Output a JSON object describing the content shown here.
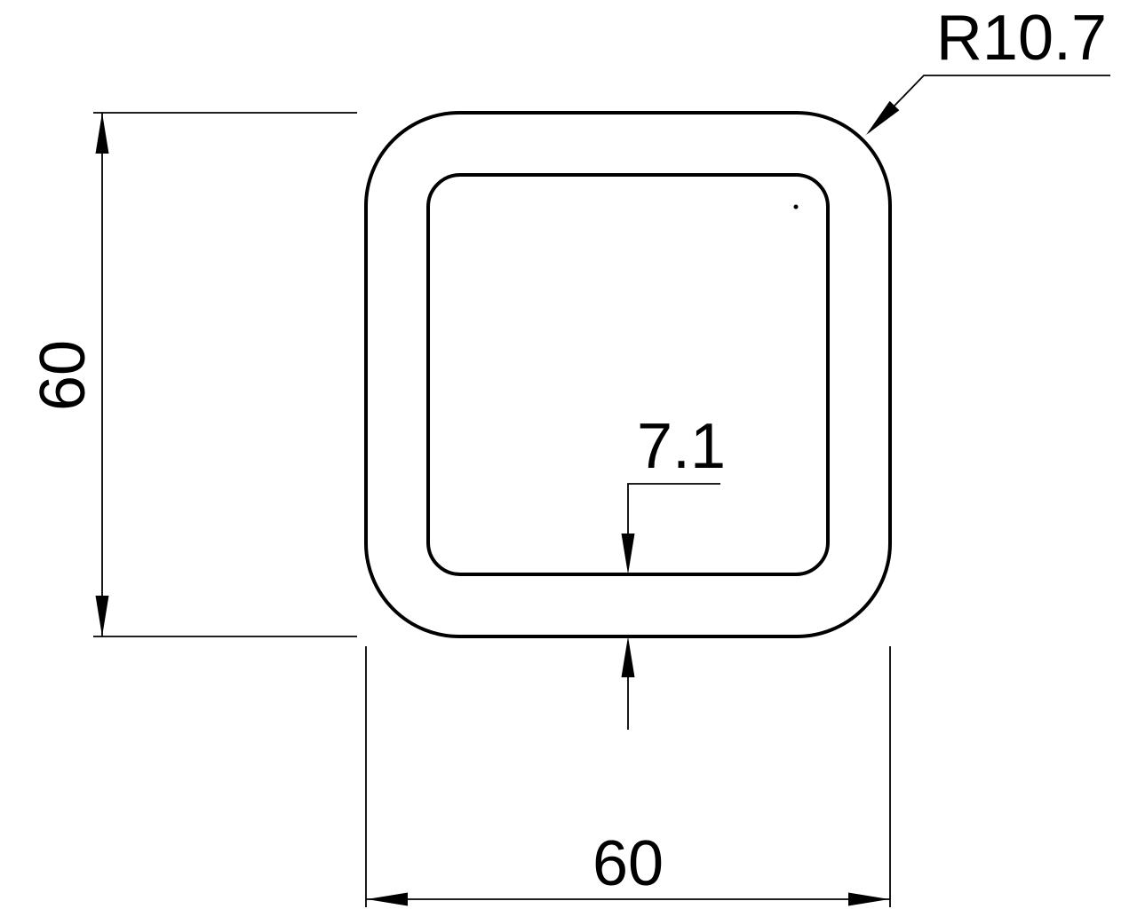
{
  "drawing": {
    "background_color": "#ffffff",
    "line_color": "#000000",
    "labels": {
      "height": "60",
      "width": "60",
      "wall_thickness": "7.1",
      "corner_radius": "R10.7"
    },
    "values": {
      "outer_width_mm": 60,
      "outer_height_mm": 60,
      "wall_thickness_mm": 7.1,
      "corner_radius_mm": 10.7
    }
  }
}
